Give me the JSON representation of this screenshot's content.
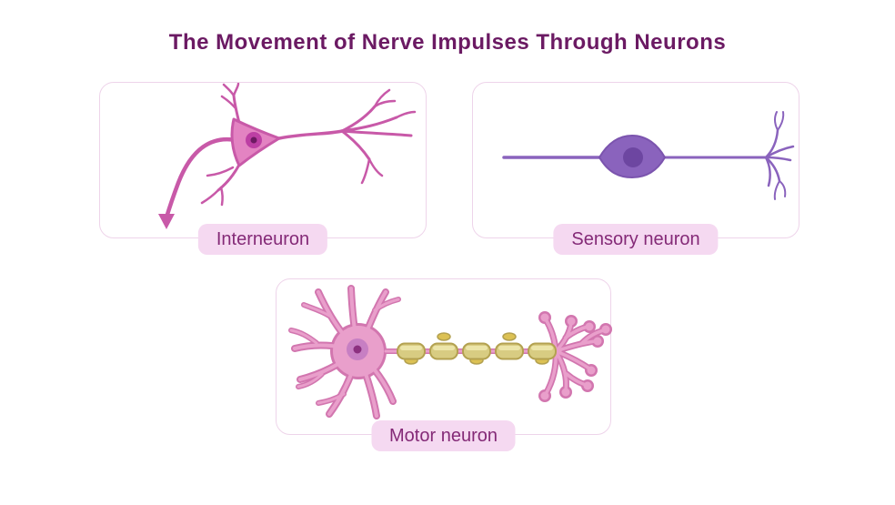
{
  "title": "The Movement of Nerve Impulses Through Neurons",
  "cards": [
    {
      "id": "interneuron",
      "label": "Interneuron"
    },
    {
      "id": "sensory-neuron",
      "label": "Sensory neuron"
    },
    {
      "id": "motor-neuron",
      "label": "Motor neuron"
    }
  ],
  "colors": {
    "background": "#ffffff",
    "title_text": "#6b1a63",
    "card_bg": "#ffffff",
    "card_border": "#eed4ea",
    "badge_bg": "#f5d9f1",
    "badge_text": "#842a77",
    "interneuron_fill": "#e383c2",
    "interneuron_outline": "#c859a8",
    "interneuron_nucleus": "#bd3fa4",
    "interneuron_nucleus_dot": "#6d1a62",
    "sensory_fill": "#8a63bd",
    "sensory_outline": "#7b54ae",
    "sensory_nucleus": "#6d46a1",
    "motor_fill": "#e99fcb",
    "motor_outline": "#d276af",
    "motor_nucleus": "#c77fc3",
    "motor_nucleus_dot": "#8c3180",
    "myelin_fill": "#d8cc82",
    "myelin_outline": "#b3a150",
    "myelin_highlight": "#ece5a9",
    "myelin_bump": "#dcc153"
  }
}
